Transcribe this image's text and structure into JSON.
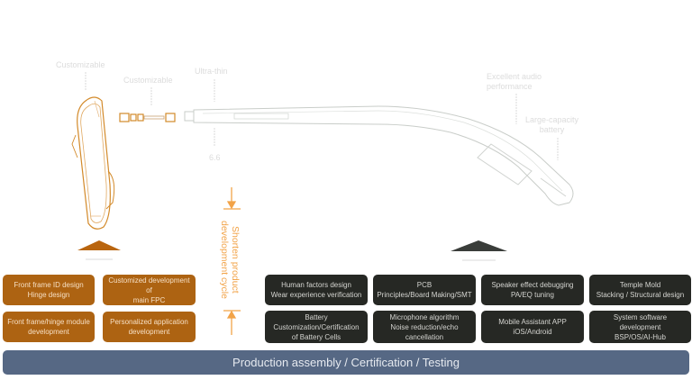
{
  "colors": {
    "orange_box": "#ad6312",
    "dark_box": "#262824",
    "bottom_bar": "#566884",
    "accent_orange": "#f2a348",
    "orange_triangle": "#b9650f",
    "dark_triangle": "#3a3d3a"
  },
  "callouts": {
    "front_frame": "Customizable",
    "hinge": "Customizable",
    "ultra_thin": "Ultra-thin",
    "ultra_thin_value": "6.6",
    "audio": "Excellent audio\nperformance",
    "battery": "Large-capacity\nbattery"
  },
  "cycle_label": "Shorten product\ndevelopment cycle",
  "orange_boxes": [
    {
      "text": "Front frame ID design\nHinge design"
    },
    {
      "text": "Customized development of\nmain FPC"
    },
    {
      "text": "Front frame/hinge module\ndevelopment"
    },
    {
      "text": "Personalized application\ndevelopment"
    }
  ],
  "dark_boxes": [
    {
      "text": "Human factors design\nWear experience verification"
    },
    {
      "text": "PCB\nPrinciples/Board Making/SMT"
    },
    {
      "text": "Speaker effect debugging\nPA/EQ tuning"
    },
    {
      "text": "Temple Mold\nStacking / Structural design"
    },
    {
      "text": "Battery\nCustomization/Certification\nof Battery Cells"
    },
    {
      "text": "Microphone algorithm\nNoise reduction/echo\ncancellation"
    },
    {
      "text": "Mobile Assistant APP\niOS/Android"
    },
    {
      "text": "System software development\nBSP/OS/AI-Hub"
    }
  ],
  "bottom_bar": "Production assembly / Certification / Testing"
}
